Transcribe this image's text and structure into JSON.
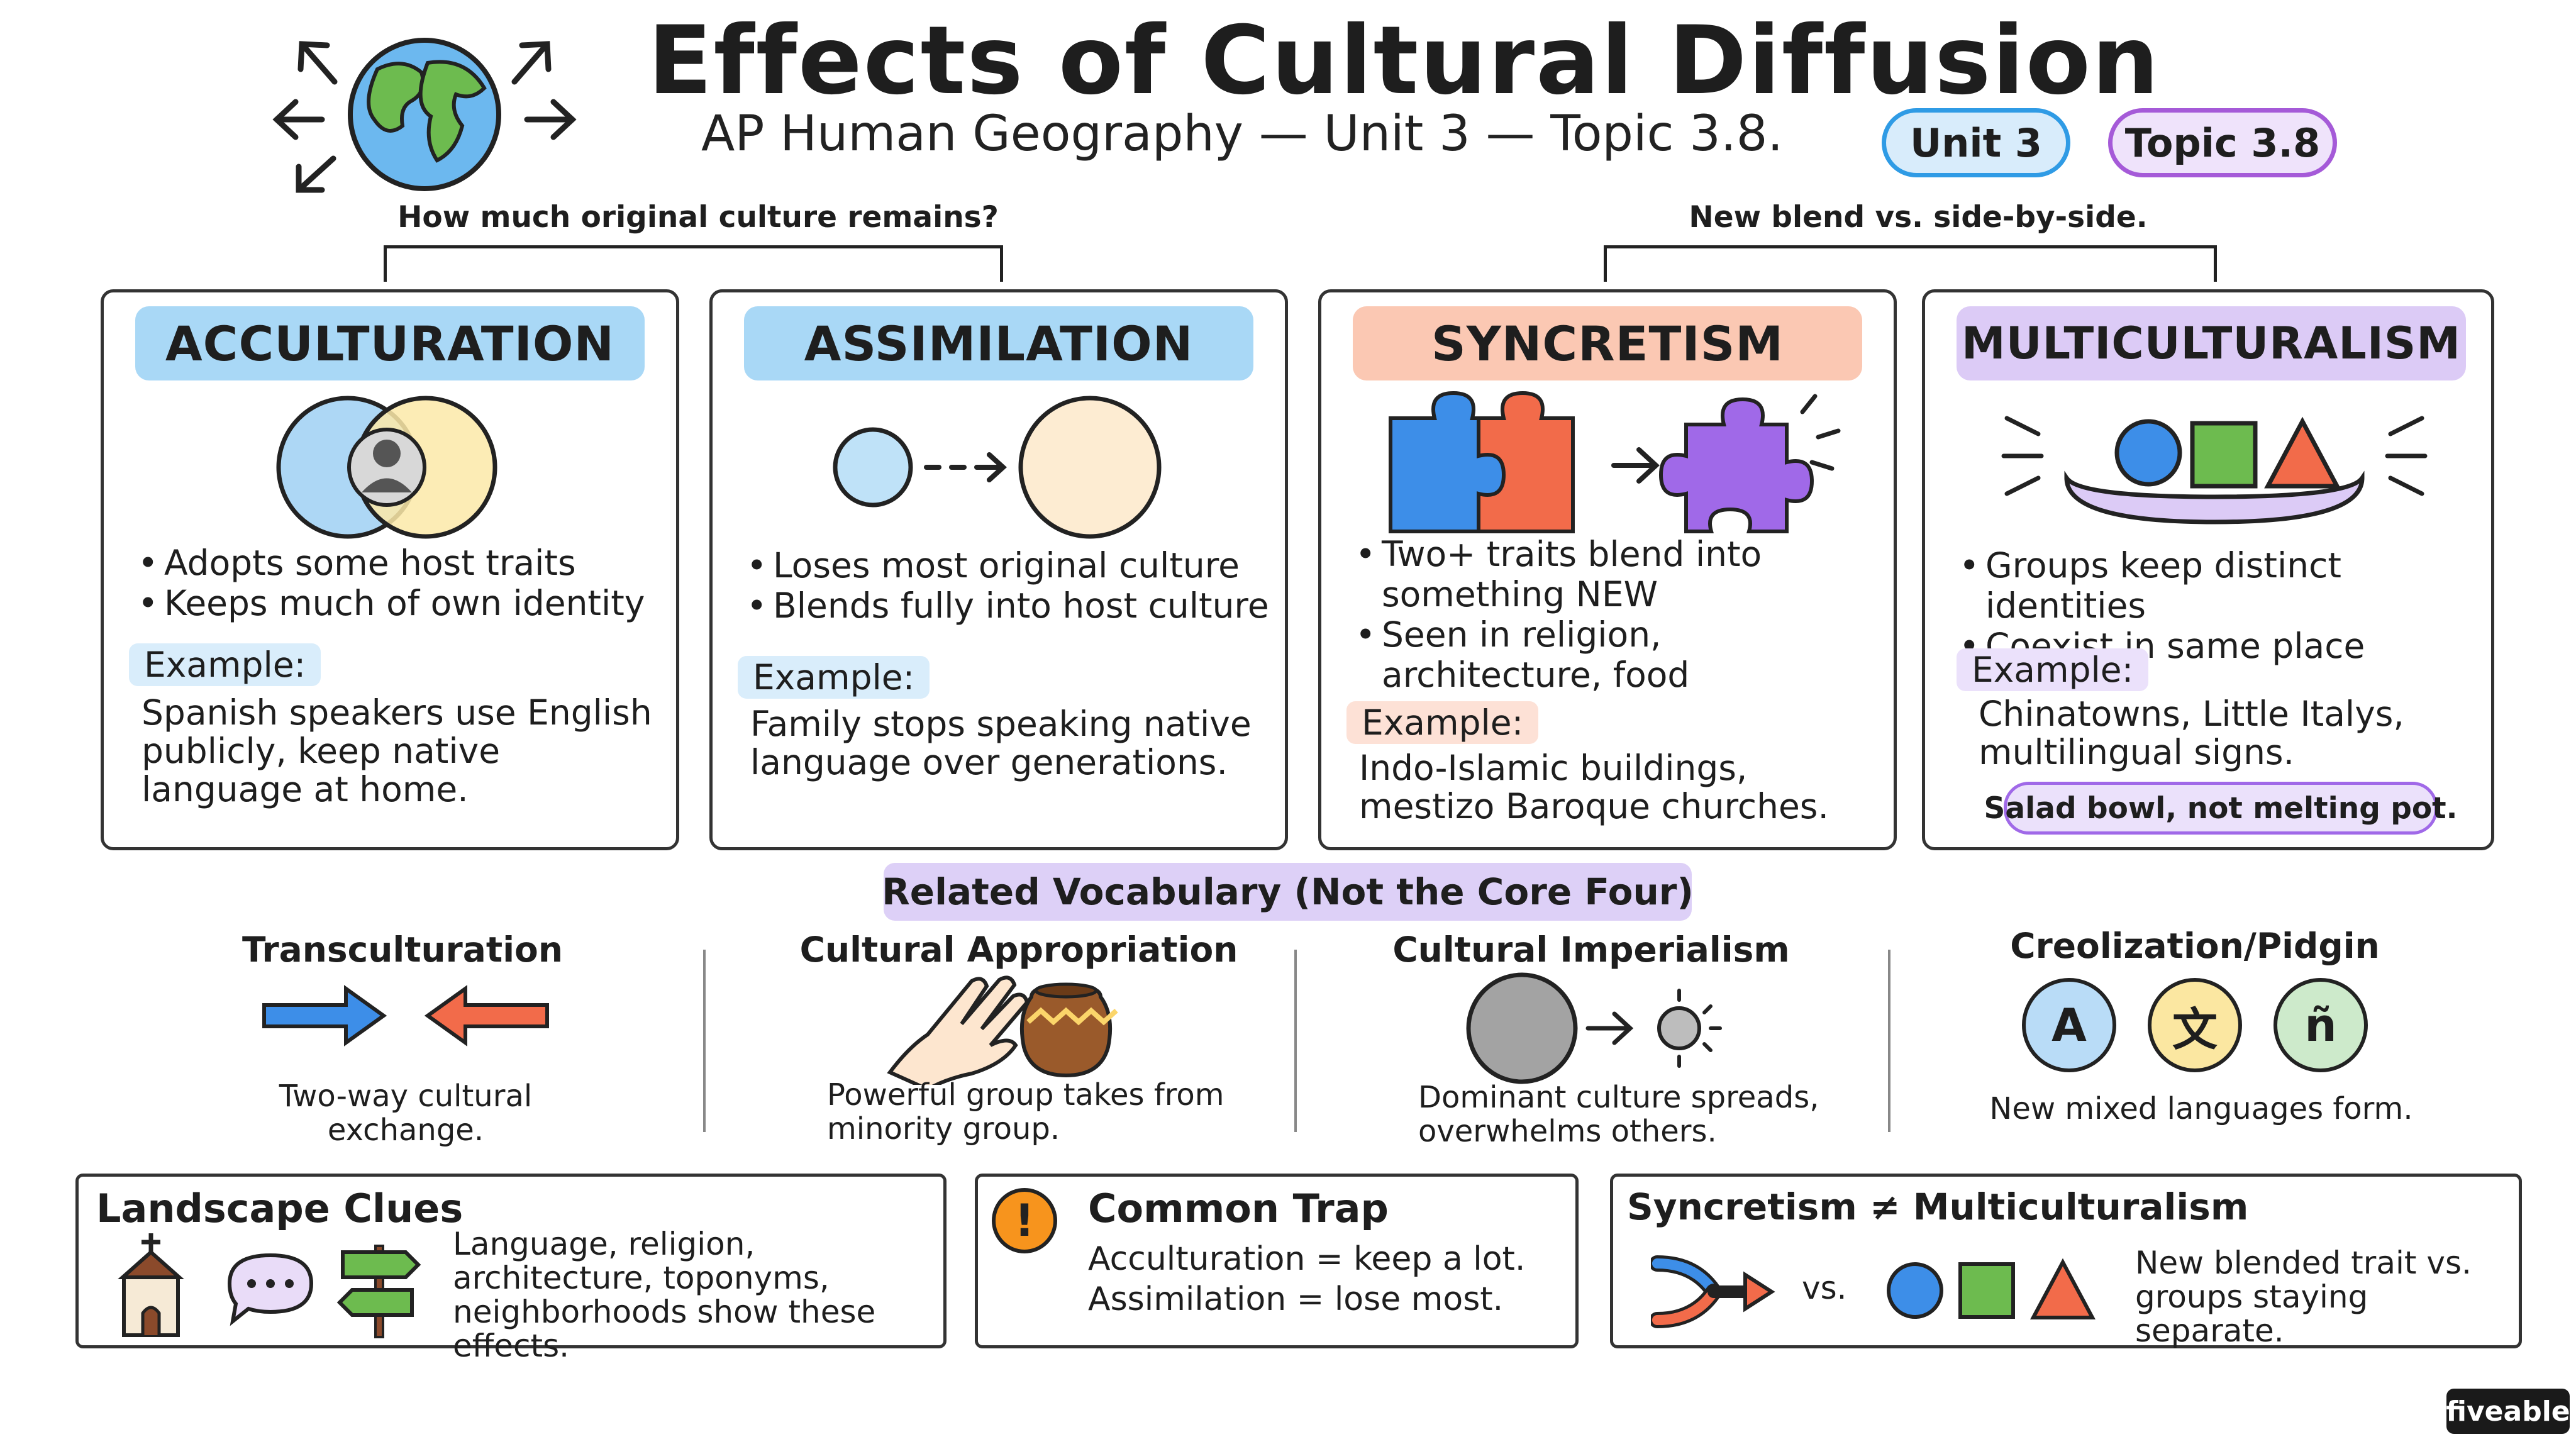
{
  "header": {
    "title": "Effects of Cultural Diffusion",
    "subtitle": "AP Human Geography — Unit 3 — Topic 3.8.",
    "unit_badge": "Unit 3",
    "topic_badge": "Topic 3.8"
  },
  "questions": {
    "left": "How much original culture remains?",
    "right": "New blend vs. side-by-side."
  },
  "cards": [
    {
      "title": "ACCULTURATION",
      "bullets": [
        "Adopts some host traits",
        "Keeps much of own identity"
      ],
      "example_label": "Example:",
      "example": "Spanish speakers use English publicly, keep native language at home.",
      "accent": "#9fd3f5"
    },
    {
      "title": "ASSIMILATION",
      "bullets": [
        "Loses most original culture",
        "Blends fully into host culture"
      ],
      "example_label": "Example:",
      "example": "Family stops speaking native language over generations.",
      "accent": "#9fd3f5"
    },
    {
      "title": "SYNCRETISM",
      "bullets": [
        "Two+ traits blend into something NEW",
        "Seen in religion, architecture, food"
      ],
      "example_label": "Example:",
      "example": "Indo-Islamic buildings, mestizo Baroque churches.",
      "accent": "#f9c2ad"
    },
    {
      "title": "MULTICULTURALISM",
      "bullets": [
        "Groups keep distinct identities",
        "Coexist in same place"
      ],
      "example_label": "Example:",
      "example": "Chinatowns, Little Italys, multilingual signs.",
      "note": "Salad bowl, not melting pot.",
      "accent": "#d8c5f5"
    }
  ],
  "vocab": {
    "title": "Related Vocabulary (Not the Core Four)",
    "items": [
      {
        "head": "Transculturation",
        "desc": "Two-way cultural exchange."
      },
      {
        "head": "Cultural Appropriation",
        "desc": "Powerful group takes from minority group."
      },
      {
        "head": "Cultural Imperialism",
        "desc": "Dominant culture spreads, overwhelms others."
      },
      {
        "head": "Creolization/Pidgin",
        "desc": "New mixed languages form.",
        "glyphs": [
          "A",
          "文",
          "ñ"
        ]
      }
    ]
  },
  "boxes": {
    "landscape": {
      "head": "Landscape Clues",
      "text": "Language, religion, architecture, toponyms, neighborhoods show these effects."
    },
    "trap": {
      "head": "Common Trap",
      "line1": "Acculturation = keep a lot.",
      "line2": "Assimilation = lose most."
    },
    "compare": {
      "head": "Syncretism ≠ Multiculturalism",
      "vs": "vs.",
      "text": "New blended trait vs. groups staying separate."
    }
  },
  "brand": "fiveable",
  "colors": {
    "blue": "#3d8ee8",
    "orange": "#f26b4a",
    "purple": "#a069e8",
    "green": "#6dbb4f",
    "yellow": "#fbe9a8"
  }
}
